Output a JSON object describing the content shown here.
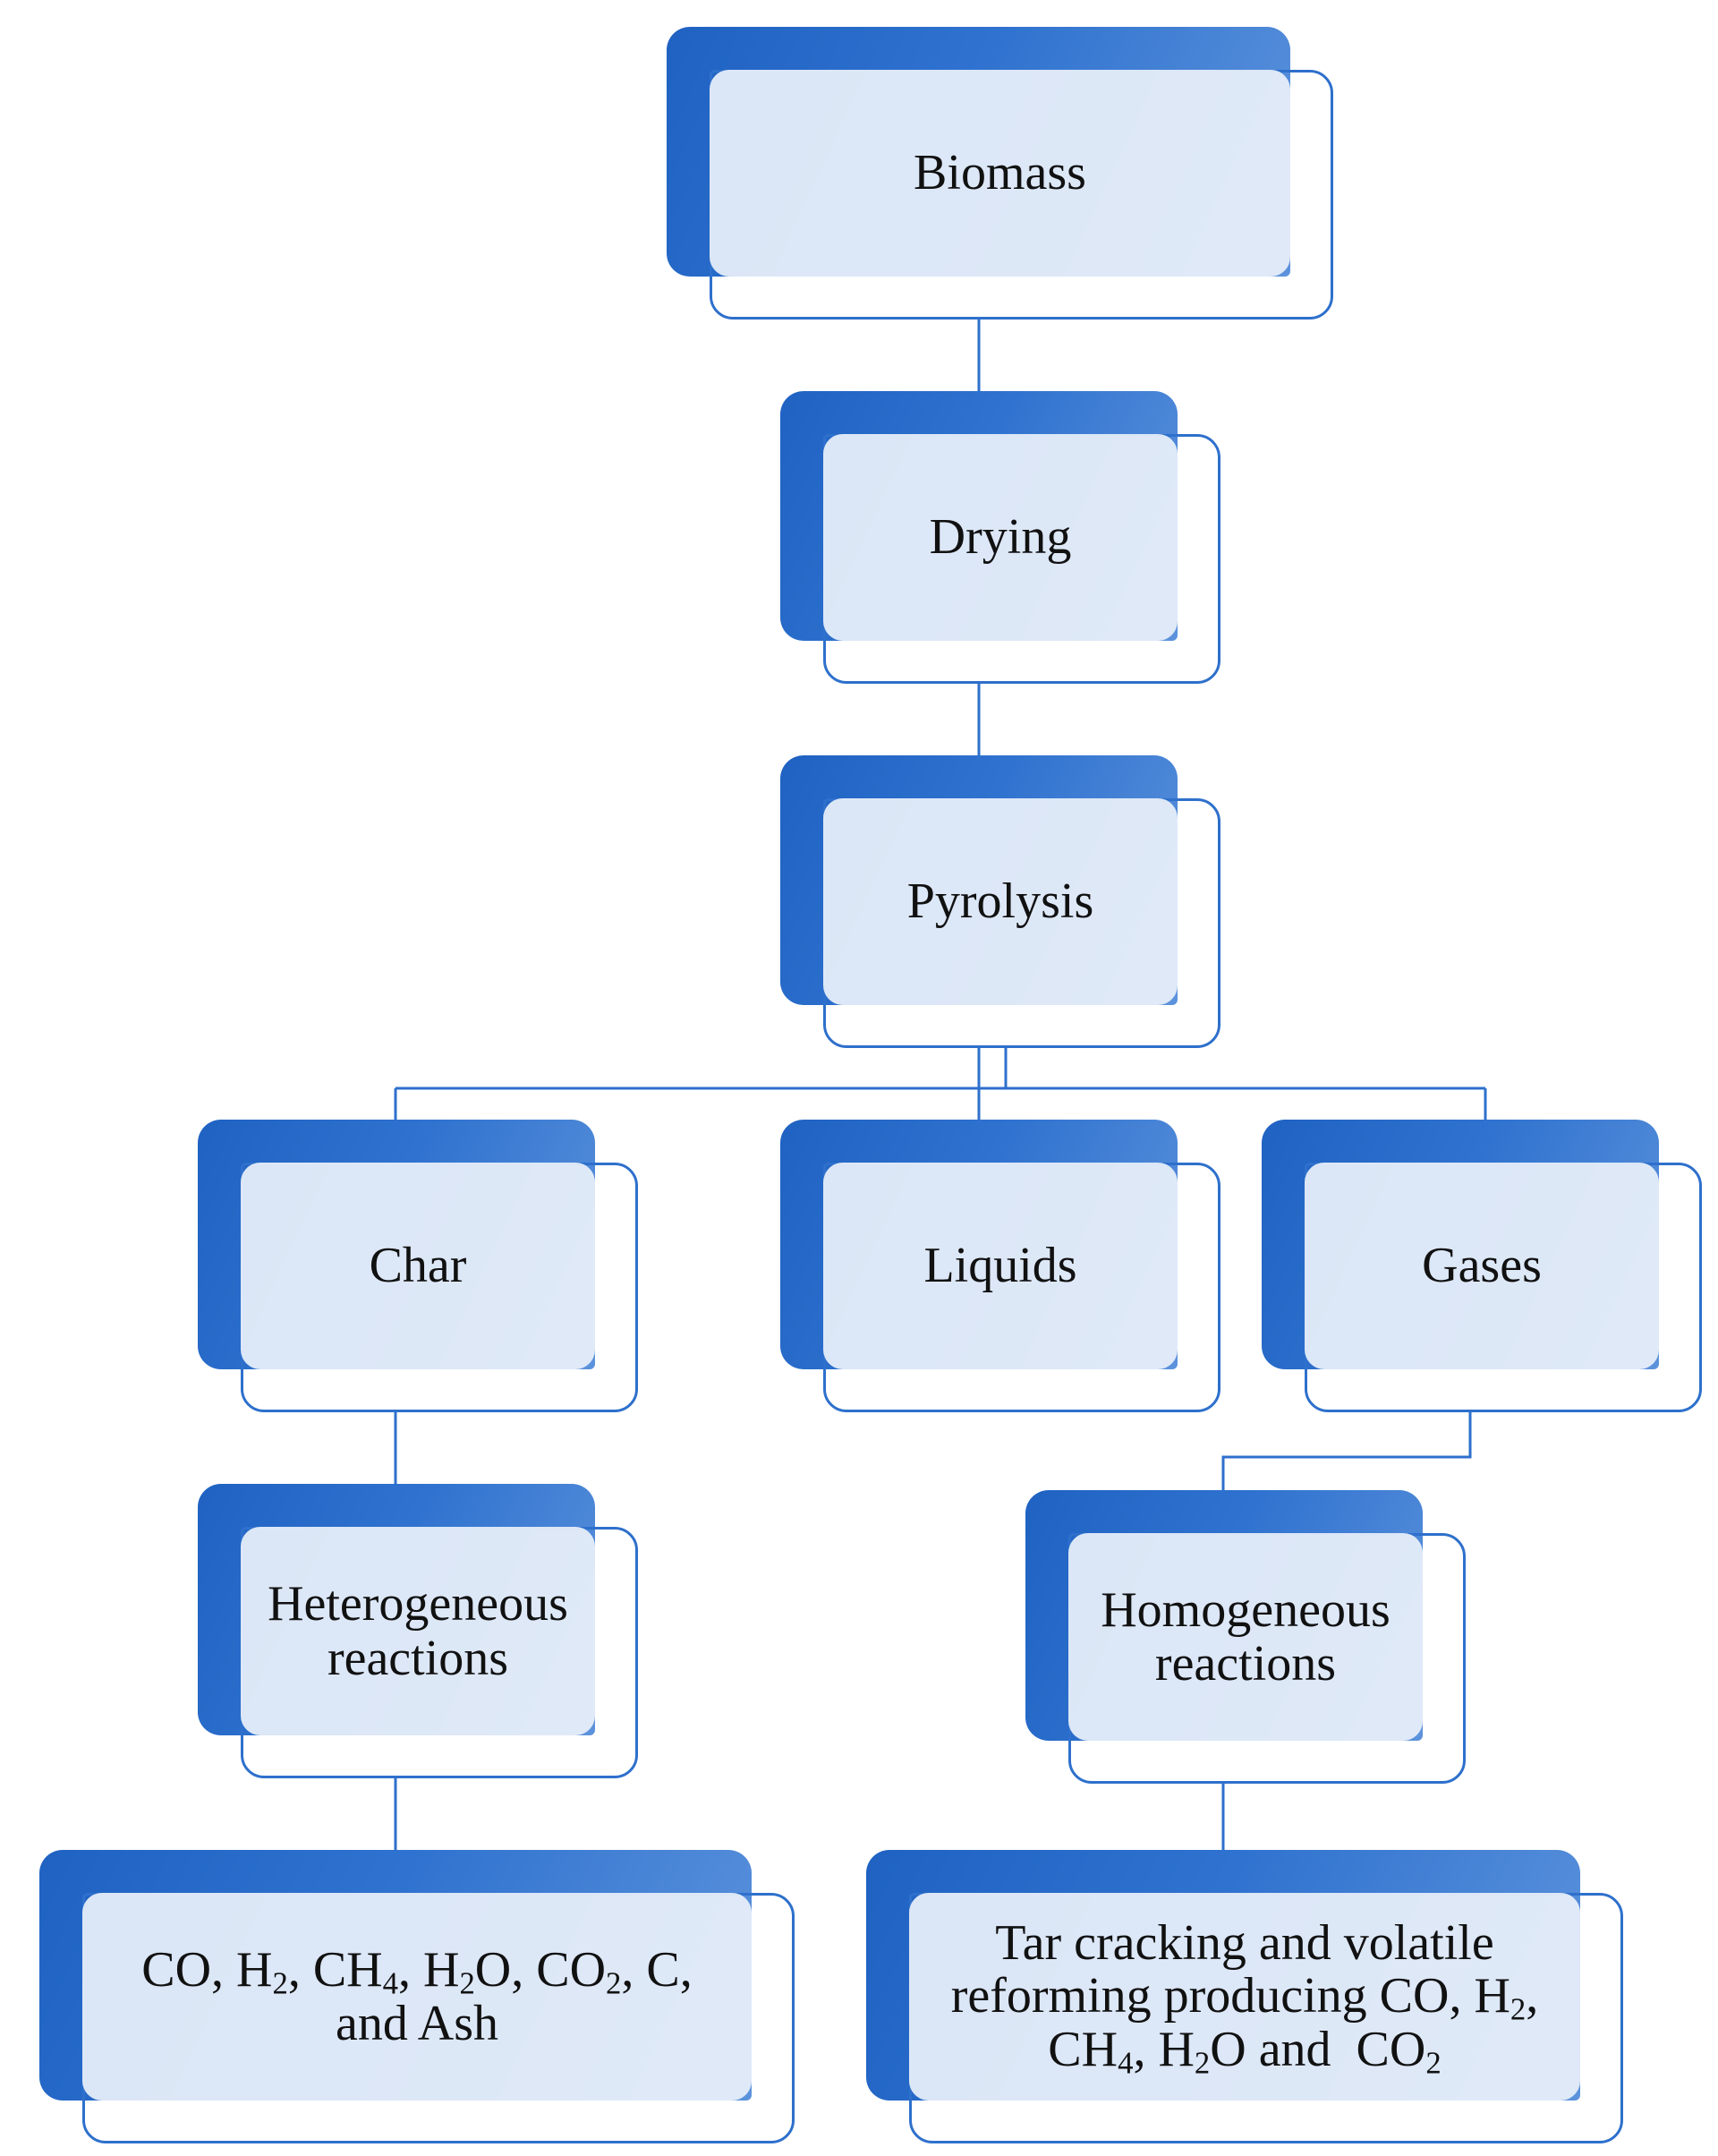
{
  "nodes": {
    "biomass": "Biomass",
    "drying": "Drying",
    "pyrolysis": "Pyrolysis",
    "char": "Char",
    "liquids": "Liquids",
    "gases": "Gases",
    "heterogeneous": [
      "Heterogeneous",
      "reactions"
    ],
    "homogeneous": [
      "Homogeneous",
      "reactions"
    ],
    "char_products": {
      "line1": [
        "CO, H",
        "2",
        ", CH",
        "4",
        ", H",
        "2",
        "O, CO",
        "2",
        ", C,"
      ],
      "line2": "and Ash"
    },
    "gas_products": {
      "line1": "Tar cracking and volatile",
      "line2": [
        "reforming producing CO, H",
        "2",
        ","
      ],
      "line3": [
        "CH",
        "4",
        ", H",
        "2",
        "O and  CO",
        "2"
      ]
    }
  },
  "colors": {
    "shadow_dark": "#1f62c2",
    "shadow_light": "#5d93dc",
    "outline": "#2e70cc",
    "panel": "#e9f0fa"
  }
}
